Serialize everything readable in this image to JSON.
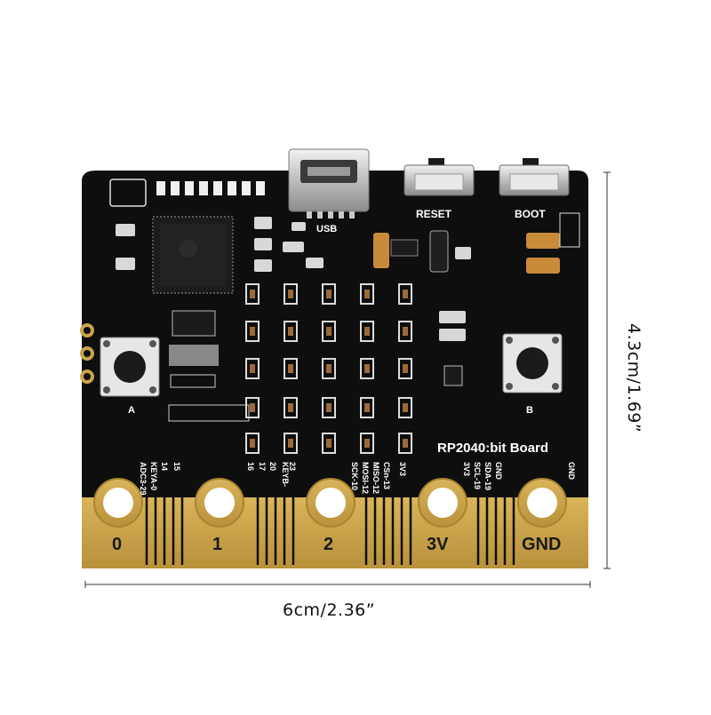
{
  "board": {
    "name": "RP2040:bit Board",
    "reset_label": "RESET",
    "boot_label": "BOOT",
    "usb_label": "USB",
    "button_a_label": "A",
    "button_b_label": "B",
    "pads": [
      "0",
      "1",
      "2",
      "3V",
      "GND"
    ],
    "pin_labels": [
      "KEYA-0",
      "ADC3-29",
      "15",
      "14",
      "16",
      "17",
      "20",
      "KEYB-",
      "23",
      "SCK-10",
      "MOSI-12",
      "MISO-12",
      "CSn-13",
      "3V3",
      "3V3",
      "SCL-19",
      "SDA-19",
      "GND",
      "GND"
    ]
  },
  "dimensions": {
    "width": "6cm/2.36”",
    "height": "4.3cm/1.69”"
  },
  "colors": {
    "pcb": "#0d0d0d",
    "gold": "#c9a44a",
    "silkscreen": "#ffffff"
  }
}
